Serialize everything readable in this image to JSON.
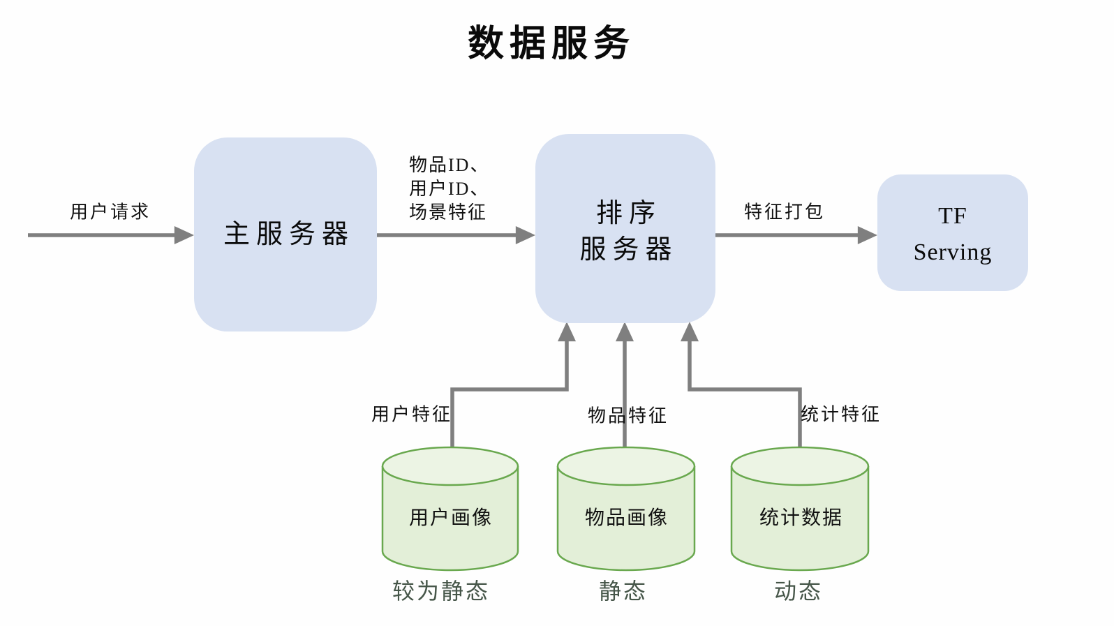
{
  "title": "数据服务",
  "nodes": {
    "main_server": {
      "label": "主服务器"
    },
    "rank_server": {
      "line1": "排序",
      "line2": "服务器"
    },
    "tf_serving": {
      "line1": "TF",
      "line2": "Serving"
    }
  },
  "edges": {
    "user_request": {
      "label": "用户请求"
    },
    "rank_input": {
      "lines": [
        "物品ID、",
        "用户ID、",
        "场景特征"
      ]
    },
    "feature_pack": {
      "label": "特征打包"
    },
    "user_features": {
      "label": "用户特征"
    },
    "item_features": {
      "label": "物品特征"
    },
    "stat_features": {
      "label": "统计特征"
    }
  },
  "databases": [
    {
      "label": "用户画像",
      "caption": "较为静态"
    },
    {
      "label": "物品画像",
      "caption": "静态"
    },
    {
      "label": "统计数据",
      "caption": "动态"
    }
  ],
  "colors": {
    "node_fill": "#d8e1f2",
    "db_fill": "#e3efd8",
    "db_top_fill": "#ecf4e4",
    "db_stroke": "#69a84e",
    "arrow": "#7f7f7f",
    "caption_text": "#465649"
  }
}
